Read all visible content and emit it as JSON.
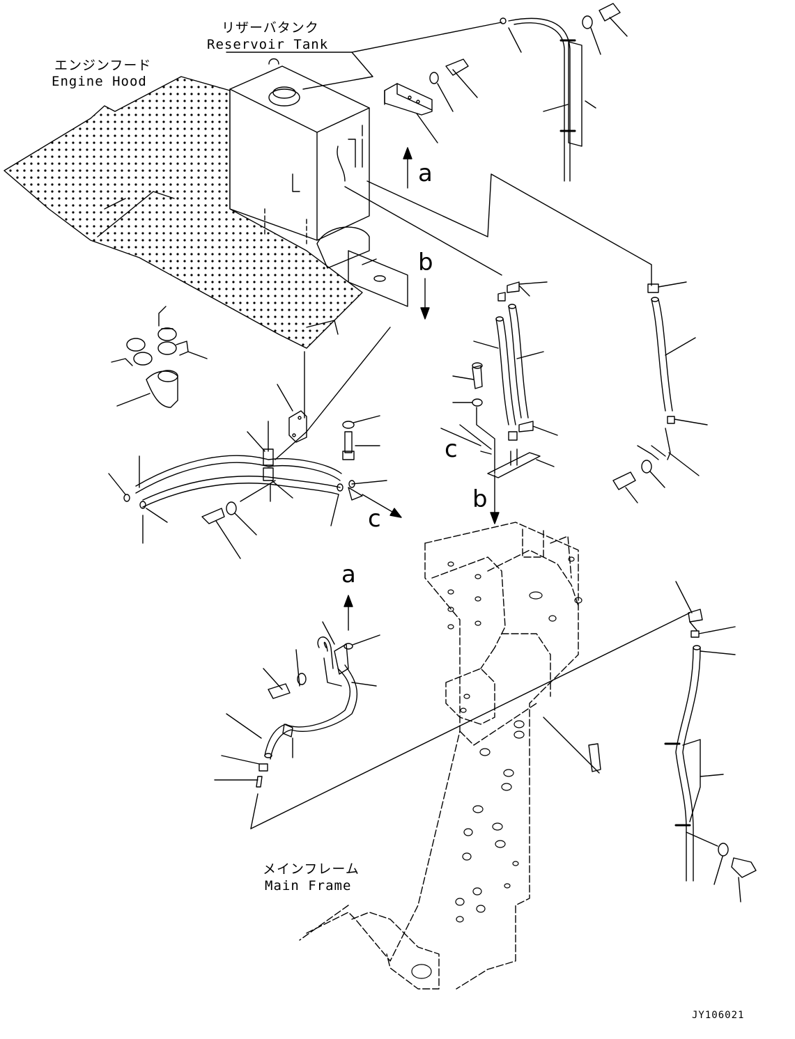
{
  "labels": {
    "reservoir_jp": "リザーバタンク",
    "reservoir_en": "Reservoir Tank",
    "hood_jp": "エンジンフード",
    "hood_en": "Engine Hood",
    "frame_jp": "メインフレーム",
    "frame_en": "Main Frame",
    "ref_a": "a",
    "ref_b": "b",
    "ref_c": "c",
    "drawing_code": "JY106021"
  }
}
